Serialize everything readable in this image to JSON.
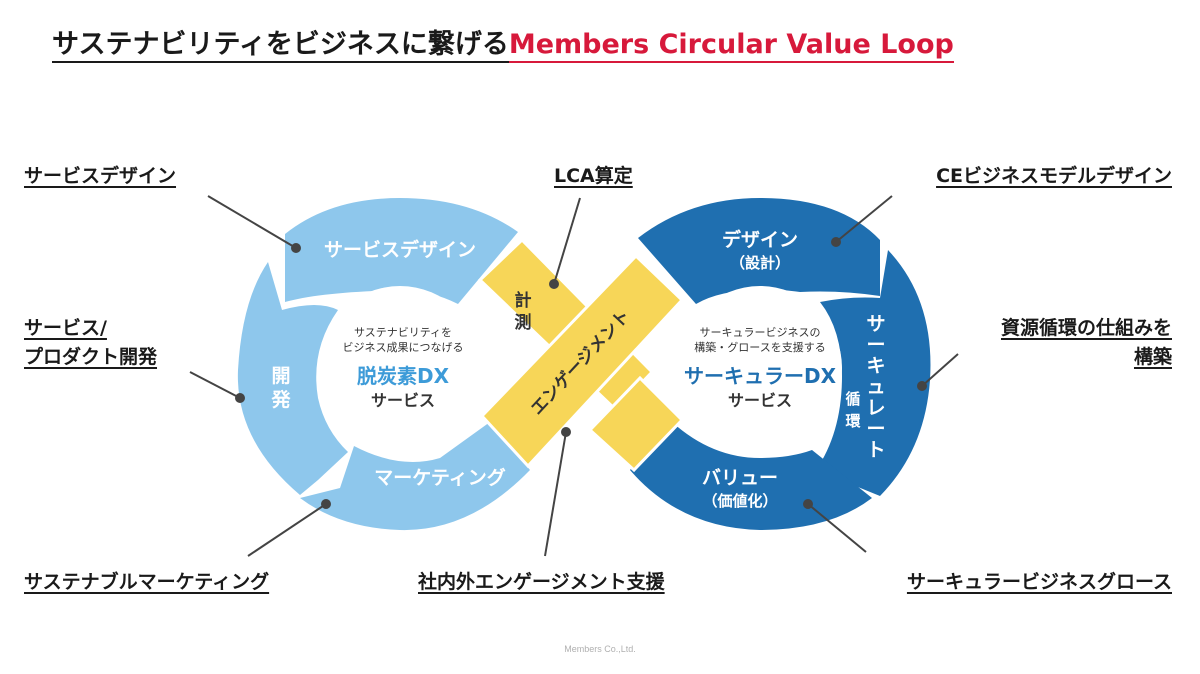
{
  "title": {
    "main": "サステナビリティをビジネスに繋げる",
    "accent": "Members Circular Value Loop",
    "accent_color": "#d7193b"
  },
  "colors": {
    "left_loop": "#8ec7ec",
    "right_loop": "#1f6fb0",
    "center_x": "#f7d658",
    "line": "#444444",
    "left_accent_text": "#3d9bd8",
    "right_accent_text": "#1f6fb0"
  },
  "left_loop": {
    "segments": {
      "top": "サービスデザイン",
      "left": "開発",
      "bottom": "マーケティング"
    },
    "center": {
      "line1": "サステナビリティを",
      "line2": "ビジネス成果につなげる",
      "title": "脱炭素DX",
      "subtitle": "サービス"
    }
  },
  "right_loop": {
    "segments": {
      "top": "デザイン",
      "top_sub": "（設計）",
      "right": "サーキュレート",
      "right_sub": "（循環）",
      "bottom": "バリュー",
      "bottom_sub": "（価値化）"
    },
    "center": {
      "line1": "サーキュラービジネスの",
      "line2": "構築・グロースを支援する",
      "title": "サーキュラーDX",
      "subtitle": "サービス"
    }
  },
  "center_x": {
    "small": "計測",
    "large": "エンゲージメント"
  },
  "callouts": {
    "top_left": "サービスデザイン",
    "mid_left_1": "サービス/",
    "mid_left_2": "プロダクト開発",
    "bottom_left": "サステナブルマーケティング",
    "top_center": "LCA算定",
    "bottom_center": "社内外エンゲージメント支援",
    "top_right": "CEビジネスモデルデザイン",
    "mid_right_1": "資源循環の仕組みを",
    "mid_right_2": "構築",
    "bottom_right": "サーキュラービジネスグロース"
  },
  "footer": "Members Co.,Ltd."
}
